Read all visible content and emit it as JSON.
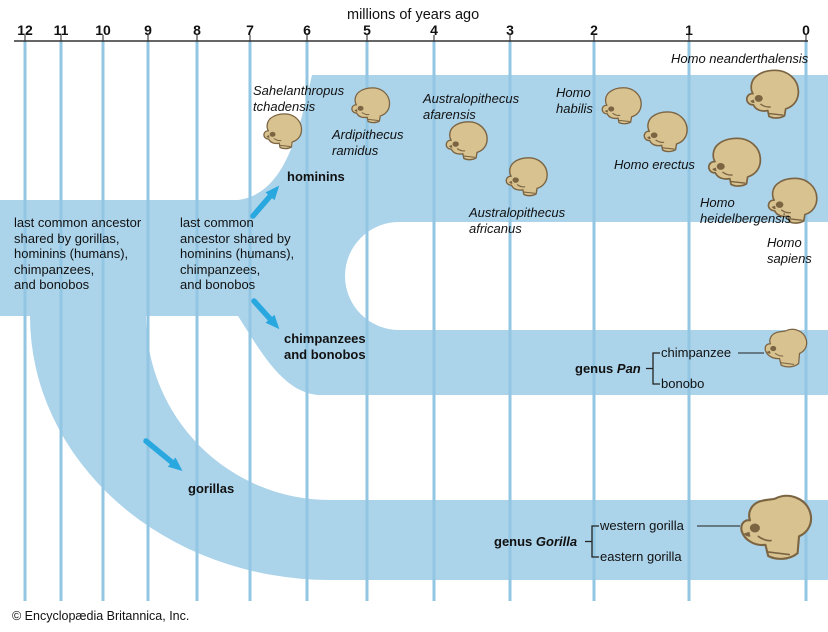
{
  "colors": {
    "band": "#abd3ea",
    "grid": "#93c6e2",
    "arrow": "#29a8e0",
    "skull": "#d8c290",
    "skull_line": "#7b6442",
    "white": "#ffffff",
    "text": "#111111"
  },
  "axis": {
    "title": "millions of years ago",
    "unit_ticks": [
      "12",
      "11",
      "10",
      "9",
      "8",
      "7",
      "6",
      "5",
      "4",
      "3",
      "2",
      "1",
      "0"
    ]
  },
  "annotations": {
    "ancestor_all": "last common ancestor\nshared by gorillas,\nhominins (humans),\nchimpanzees,\nand bonobos",
    "ancestor_hominin_chimp": "last common\nancestor shared by\nhominins (humans),\nchimpanzees,\nand bonobos"
  },
  "branches": {
    "hominins": "hominins",
    "chimpanzees_bonobos": "chimpanzees\nand bonobos",
    "gorillas": "gorillas"
  },
  "species": {
    "sahelanthropus": "Sahelanthropus\ntchadensis",
    "ardipithecus": "Ardipithecus\nramidus",
    "afarensis": "Australopithecus\nafarensis",
    "africanus": "Australopithecus\nafricanus",
    "habilis": "Homo\nhabilis",
    "erectus": "Homo erectus",
    "neanderthalensis": "Homo neanderthalensis",
    "heidelbergensis": "Homo\nheidelbergensis",
    "sapiens": "Homo\nsapiens"
  },
  "genus_pan": {
    "prefix": "genus ",
    "name": "Pan",
    "members": {
      "chimpanzee": "chimpanzee",
      "bonobo": "bonobo"
    }
  },
  "genus_gorilla": {
    "prefix": "genus ",
    "name": "Gorilla",
    "members": {
      "western": "western gorilla",
      "eastern": "eastern gorilla"
    }
  },
  "credit": "© Encyclopædia Britannica, Inc."
}
